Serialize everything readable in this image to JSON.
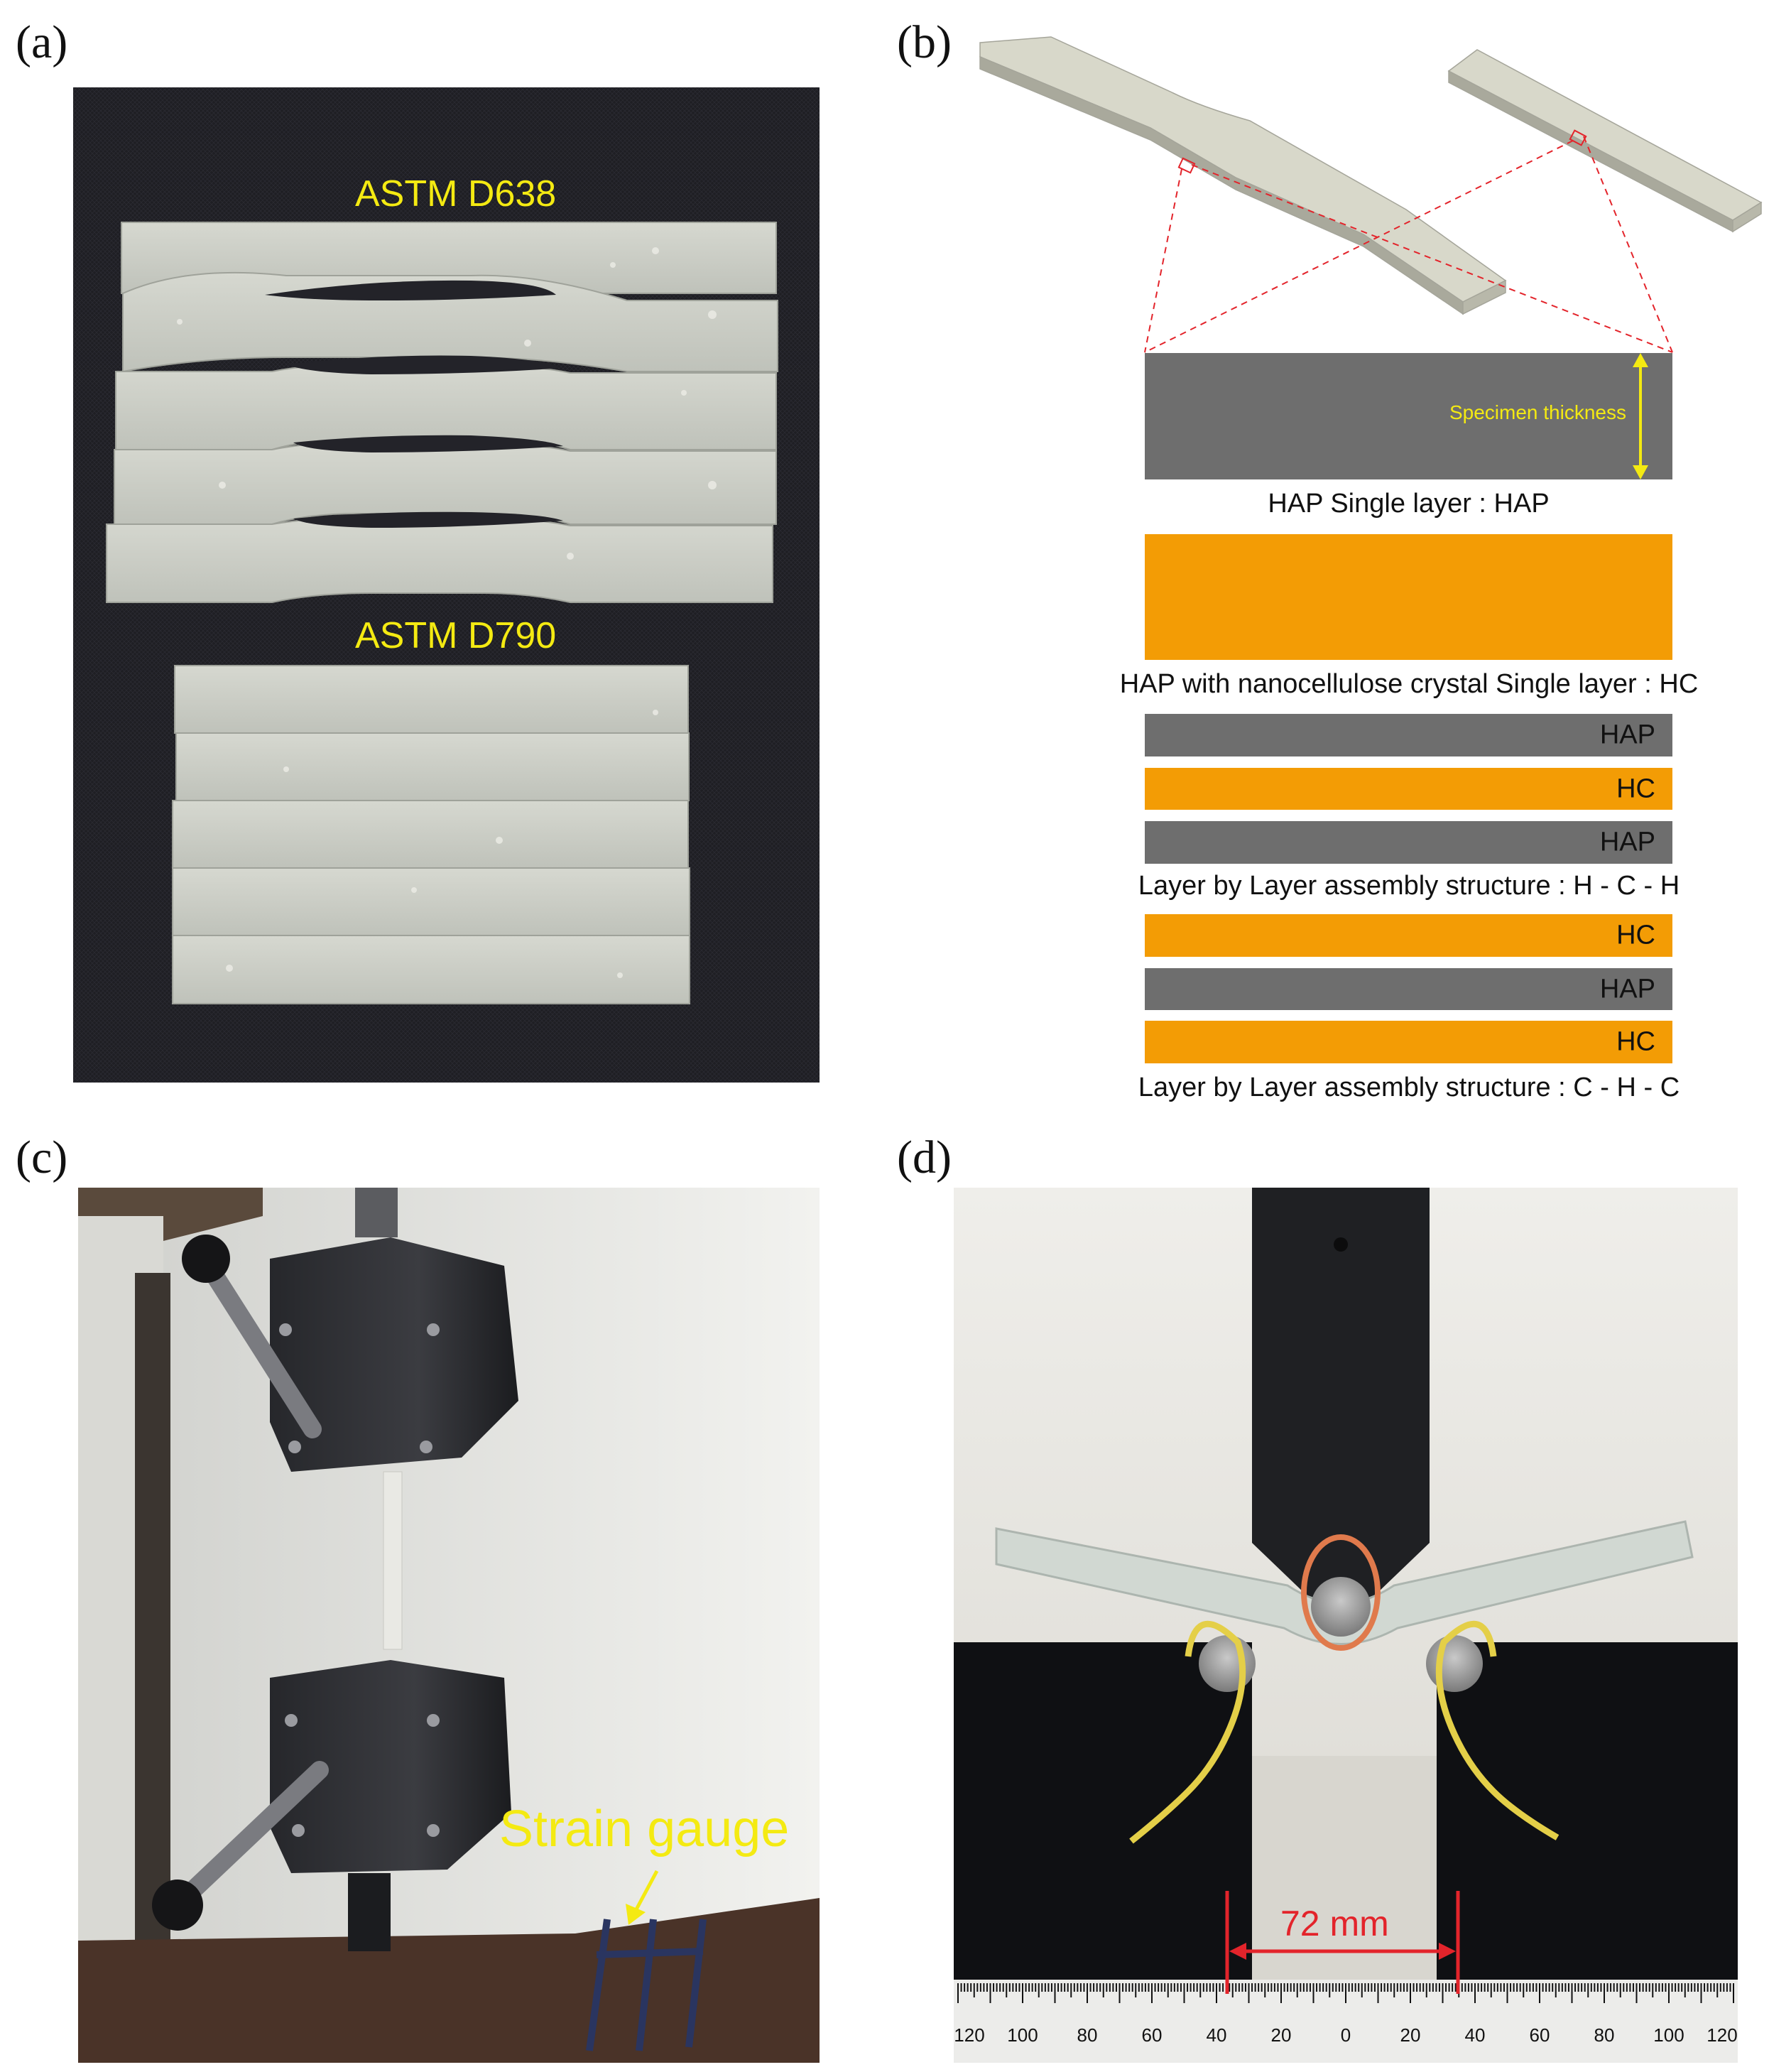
{
  "panels": {
    "a": {
      "label": "(a)",
      "text_d638": "ASTM D638",
      "text_d790": "ASTM D790"
    },
    "b": {
      "label": "(b)",
      "thickness_label": "Specimen thickness",
      "caption_hap": "HAP Single layer : HAP",
      "caption_hc": "HAP with nanocellulose crystal Single layer : HC",
      "hch": {
        "layers": [
          "HAP",
          "HC",
          "HAP"
        ],
        "caption": "Layer by Layer assembly structure : H - C - H"
      },
      "chc": {
        "layers": [
          "HC",
          "HAP",
          "HC"
        ],
        "caption": "Layer by Layer assembly structure : C - H - C"
      }
    },
    "c": {
      "label": "(c)",
      "strain_gauge": "Strain gauge"
    },
    "d": {
      "label": "(d)",
      "span": "72 mm",
      "ruler_labels": [
        "120",
        "100",
        "80",
        "60",
        "40",
        "20",
        "0",
        "20",
        "40",
        "60",
        "80",
        "100",
        "120"
      ]
    }
  },
  "colors": {
    "hap": "#6e6e6e",
    "hc": "#f39c05",
    "annot_yellow": "#f4ea12",
    "annot_red": "#e3242b"
  }
}
